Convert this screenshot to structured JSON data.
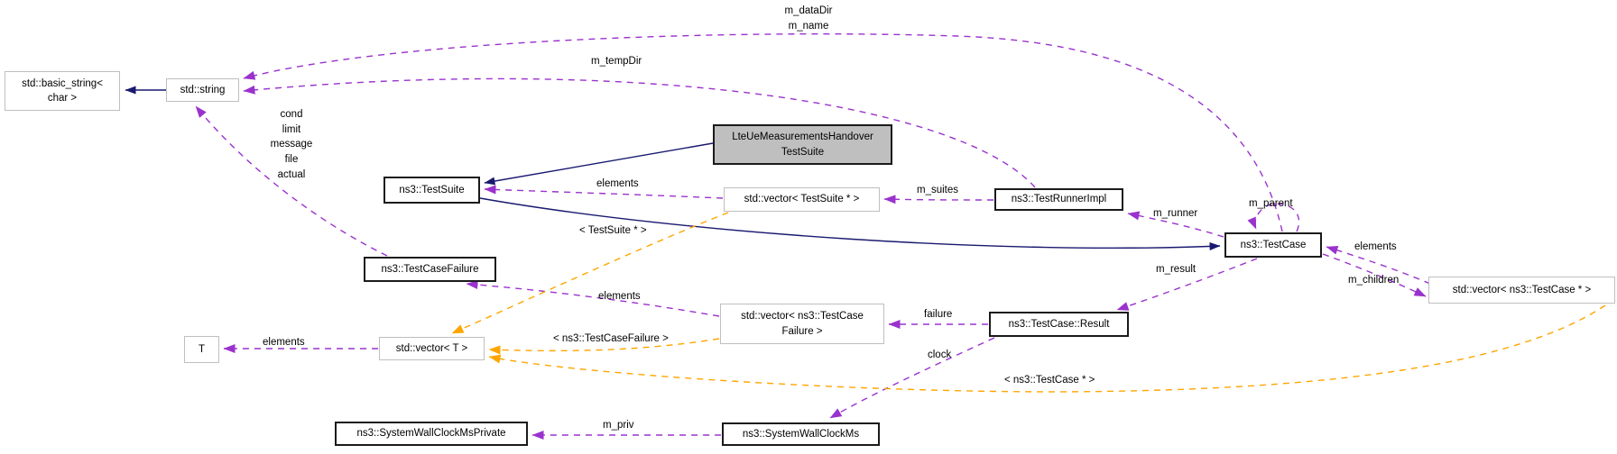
{
  "diagram": {
    "type": "doxygen-collaboration-graph",
    "nodes": [
      {
        "id": "std-basic-string",
        "label": "std::basic_string<\nchar >"
      },
      {
        "id": "std-string",
        "label": "std::string"
      },
      {
        "id": "ns3-testsuite",
        "label": "ns3::TestSuite"
      },
      {
        "id": "lteue-measurements-handover-testsuite",
        "label": "LteUeMeasurementsHandover\nTestSuite"
      },
      {
        "id": "std-vector-testsuite-ptr",
        "label": "std::vector< TestSuite * >"
      },
      {
        "id": "ns3-testrunnerimpl",
        "label": "ns3::TestRunnerImpl"
      },
      {
        "id": "ns3-testcase",
        "label": "ns3::TestCase"
      },
      {
        "id": "std-vector-ns3-testcase-ptr",
        "label": "std::vector< ns3::TestCase * >"
      },
      {
        "id": "ns3-testcasefailure",
        "label": "ns3::TestCaseFailure"
      },
      {
        "id": "std-vector-ns3-testcasefailure",
        "label": "std::vector< ns3::TestCase\nFailure >"
      },
      {
        "id": "ns3-testcase-result",
        "label": "ns3::TestCase::Result"
      },
      {
        "id": "t",
        "label": "T"
      },
      {
        "id": "std-vector-t",
        "label": "std::vector< T >"
      },
      {
        "id": "ns3-systemwallclockmsprivate",
        "label": "ns3::SystemWallClockMsPrivate"
      },
      {
        "id": "ns3-systemwallclockms",
        "label": "ns3::SystemWallClockMs"
      }
    ],
    "edge_labels": [
      {
        "text": "m_dataDir\nm_name"
      },
      {
        "text": "m_tempDir"
      },
      {
        "text": "cond\nlimit\nmessage\nfile\nactual"
      },
      {
        "text": "elements"
      },
      {
        "text": "< TestSuite * >"
      },
      {
        "text": "m_suites"
      },
      {
        "text": "m_runner"
      },
      {
        "text": "m_parent"
      },
      {
        "text": "elements"
      },
      {
        "text": "m_children"
      },
      {
        "text": "m_result"
      },
      {
        "text": "failure"
      },
      {
        "text": "elements"
      },
      {
        "text": "< ns3::TestCaseFailure >"
      },
      {
        "text": "elements"
      },
      {
        "text": "clock"
      },
      {
        "text": "< ns3::TestCase * >"
      },
      {
        "text": "m_priv"
      }
    ],
    "colors": {
      "inheritance_edge": "#191970",
      "usage_edge": "#9a32cd",
      "template_edge": "#ffa500",
      "highlight_node_fill": "#bfbfbf",
      "class_border": "#1a1a1a",
      "template_border": "#bfbfbf",
      "background": "#ffffff",
      "text": "#000000"
    }
  }
}
